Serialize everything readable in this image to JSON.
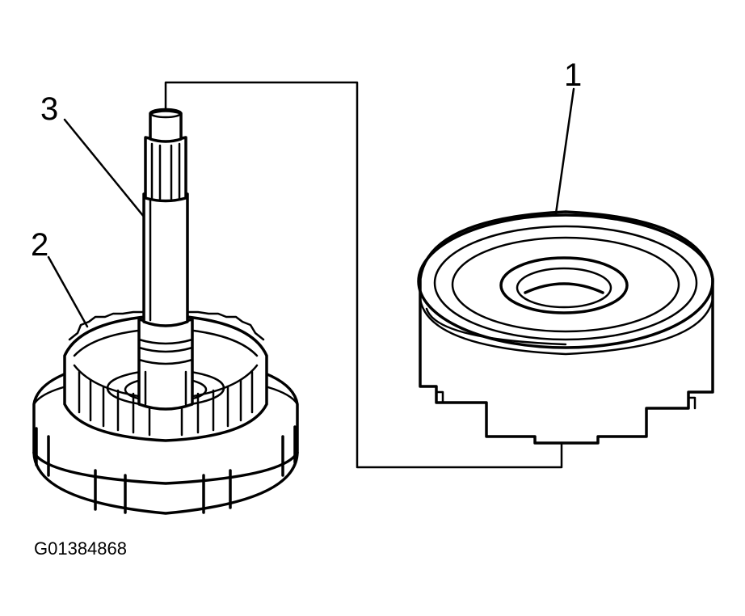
{
  "callouts": {
    "one": "1",
    "two": "2",
    "three": "3"
  },
  "figure_id": "G01384868"
}
